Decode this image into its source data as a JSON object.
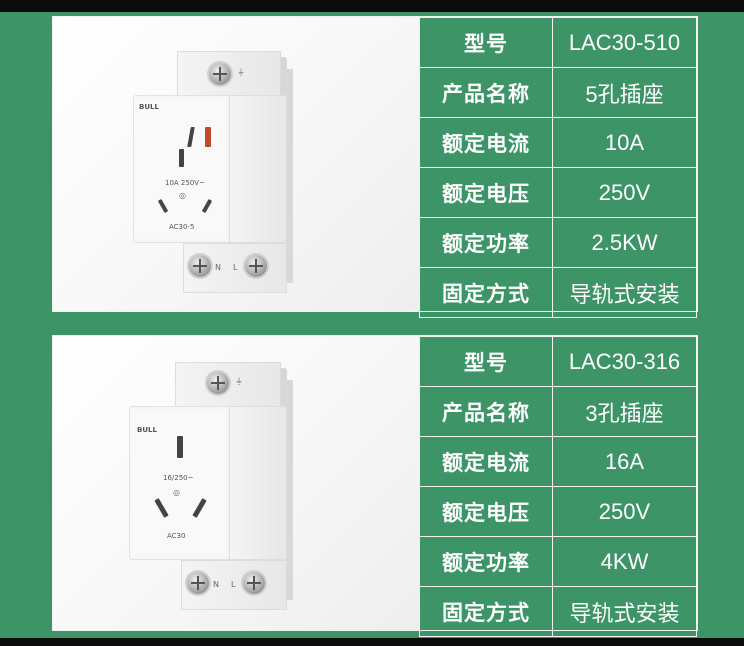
{
  "products": [
    {
      "specs": [
        {
          "label": "型号",
          "value": "LAC30-510"
        },
        {
          "label": "产品名称",
          "value": "5孔插座"
        },
        {
          "label": "额定电流",
          "value": "10A"
        },
        {
          "label": "额定电压",
          "value": "250V"
        },
        {
          "label": "额定功率",
          "value": "2.5KW"
        },
        {
          "label": "固定方式",
          "value": "导轨式安装"
        }
      ],
      "device": {
        "brand": "BULL",
        "rating": "10A 250V~",
        "model": "AC30-5",
        "terminal_left": "N",
        "terminal_right": "L"
      }
    },
    {
      "specs": [
        {
          "label": "型号",
          "value": "LAC30-316"
        },
        {
          "label": "产品名称",
          "value": "3孔插座"
        },
        {
          "label": "额定电流",
          "value": "16A"
        },
        {
          "label": "额定电压",
          "value": "250V"
        },
        {
          "label": "额定功率",
          "value": "4KW"
        },
        {
          "label": "固定方式",
          "value": "导轨式安装"
        }
      ],
      "device": {
        "brand": "BULL",
        "rating": "16/250~",
        "model": "AC30",
        "terminal_left": "N",
        "terminal_right": "L"
      }
    }
  ],
  "colors": {
    "background": "#3c9467",
    "border": "#f2f2f2",
    "text": "#ffffff"
  }
}
